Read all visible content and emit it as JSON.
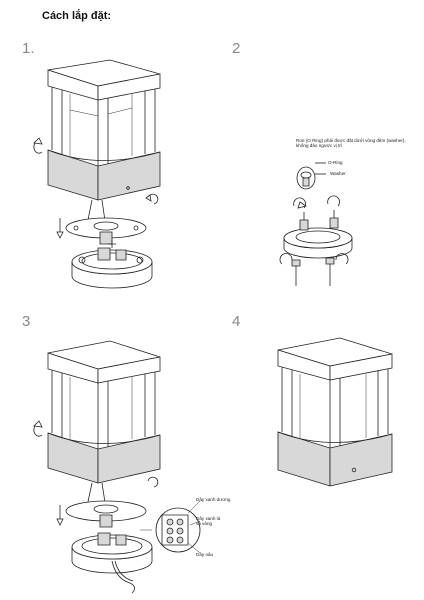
{
  "page": {
    "title": "Cách lắp đặt:"
  },
  "steps": [
    {
      "number": "1."
    },
    {
      "number": "2"
    },
    {
      "number": "3"
    },
    {
      "number": "4"
    }
  ],
  "step2": {
    "note": "Ron (O Ring) phải được đặt dưới vòng đệm (washer), không đảo ngược vị trí",
    "label_oring": "O-Ring",
    "label_washer": "Washer"
  },
  "step3": {
    "label_brown": "Dây xanh dương",
    "label_green_yellow": "Dây xanh lá và vàng",
    "label_blue": "Dây nâu"
  }
}
